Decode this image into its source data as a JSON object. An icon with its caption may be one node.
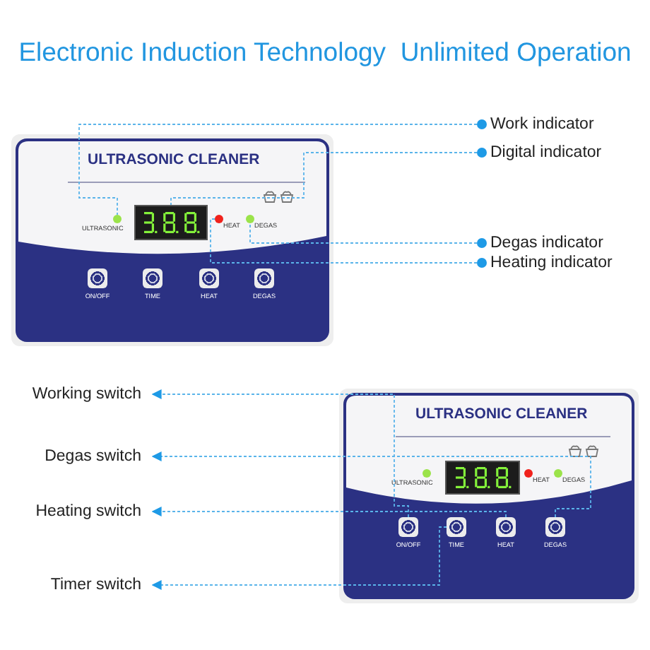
{
  "diagram": {
    "title": "Electronic Induction Technology  Unlimited Operation",
    "nodes": [
      {
        "text": [
          "Work indicator"
        ]
      },
      {
        "text": [
          "Digital indicator"
        ]
      },
      {
        "text": [
          "Degas indicator"
        ]
      },
      {
        "text": [
          "Heating indicator"
        ]
      },
      {
        "text": [
          "ULTRASONIC CLEANER"
        ]
      },
      {
        "text": [],
        "shape": "circle",
        "in": 4,
        "beside": [
          "ULTRASONIC"
        ]
      },
      {
        "text": [],
        "shape": "box",
        "in": 4
      },
      {
        "text": [],
        "shape": "circle",
        "in": 4,
        "beside": [
          "HEAT"
        ]
      },
      {
        "text": [],
        "shape": "circle",
        "in": 4,
        "beside": [
          "DEGAS"
        ]
      },
      {
        "text": [],
        "shape": "box",
        "in": 4,
        "beside": [
          "ON/OFF"
        ]
      },
      {
        "text": [],
        "shape": "box",
        "in": 4,
        "beside": [
          "TIME"
        ]
      },
      {
        "text": [],
        "shape": "box",
        "in": 4,
        "beside": [
          "HEAT"
        ]
      },
      {
        "text": [],
        "shape": "box",
        "in": 4,
        "beside": [
          "DEGAS"
        ]
      },
      {
        "text": [
          "Working switch"
        ]
      },
      {
        "text": [
          "Degas switch"
        ]
      },
      {
        "text": [
          "Heating switch"
        ]
      },
      {
        "text": [
          "Timer switch"
        ]
      },
      {
        "text": [
          "ULTRASONIC CLEANER"
        ]
      },
      {
        "text": [],
        "shape": "circle",
        "in": 17,
        "beside": [
          "ULTRASONIC"
        ]
      },
      {
        "text": [],
        "shape": "box",
        "in": 17
      },
      {
        "text": [],
        "shape": "circle",
        "in": 17,
        "beside": [
          "HEAT"
        ]
      },
      {
        "text": [],
        "shape": "circle",
        "in": 17,
        "beside": [
          "DEGAS"
        ]
      },
      {
        "text": [],
        "shape": "box",
        "in": 17,
        "beside": [
          "ON/OFF"
        ]
      },
      {
        "text": [],
        "shape": "box",
        "in": 17,
        "beside": [
          "TIME"
        ]
      },
      {
        "text": [],
        "shape": "box",
        "in": 17,
        "beside": [
          "HEAT"
        ]
      },
      {
        "text": [],
        "shape": "box",
        "in": 17,
        "beside": [
          "DEGAS"
        ]
      }
    ],
    "edges": [
      {
        "from": 0,
        "to": 5,
        "arrow": "other"
      },
      {
        "from": 1,
        "to": 6,
        "arrow": "other"
      },
      {
        "from": 2,
        "to": 8,
        "arrow": "other"
      },
      {
        "from": 3,
        "to": 7,
        "arrow": "other"
      },
      {
        "from": 22,
        "to": 13,
        "arrow": "to"
      },
      {
        "from": 25,
        "to": 14,
        "arrow": "to"
      },
      {
        "from": 24,
        "to": 15,
        "arrow": "to"
      },
      {
        "from": 23,
        "to": 16,
        "arrow": "to"
      }
    ]
  }
}
